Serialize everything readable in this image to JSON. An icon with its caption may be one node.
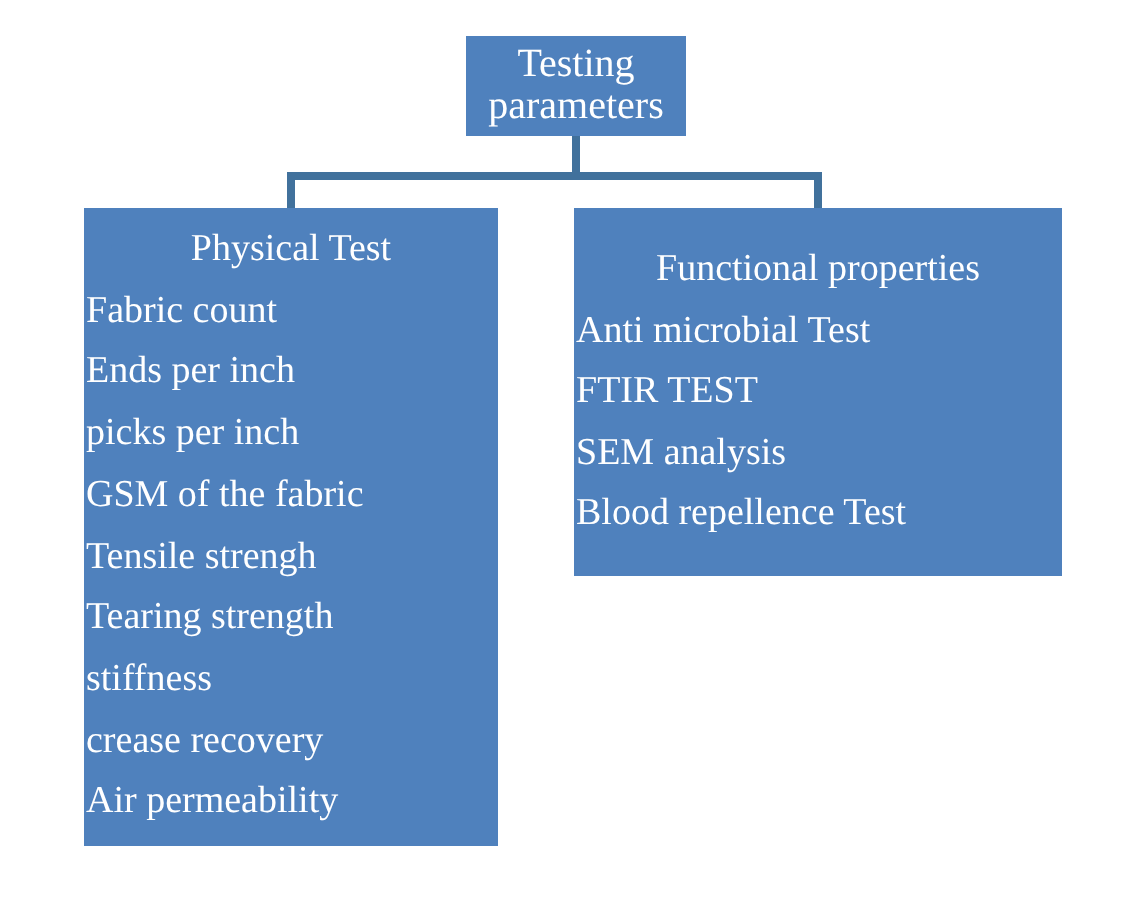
{
  "diagram": {
    "nodes": [
      {
        "text": [
          "Testing parameters"
        ]
      },
      {
        "text": [
          "Physical Test",
          "Fabric count",
          "Ends per inch",
          "picks per inch",
          "GSM of the fabric",
          "Tensile strengh",
          "Tearing strength",
          "stiffness",
          "crease recovery",
          "Air permeability"
        ]
      },
      {
        "text": [
          "Functional properties",
          "Anti microbial Test",
          "FTIR TEST",
          "SEM analysis",
          "Blood repellence Test"
        ]
      }
    ],
    "edges": [
      {
        "from": 0,
        "to": 1,
        "arrow": "none"
      },
      {
        "from": 0,
        "to": 2,
        "arrow": "none"
      }
    ]
  }
}
